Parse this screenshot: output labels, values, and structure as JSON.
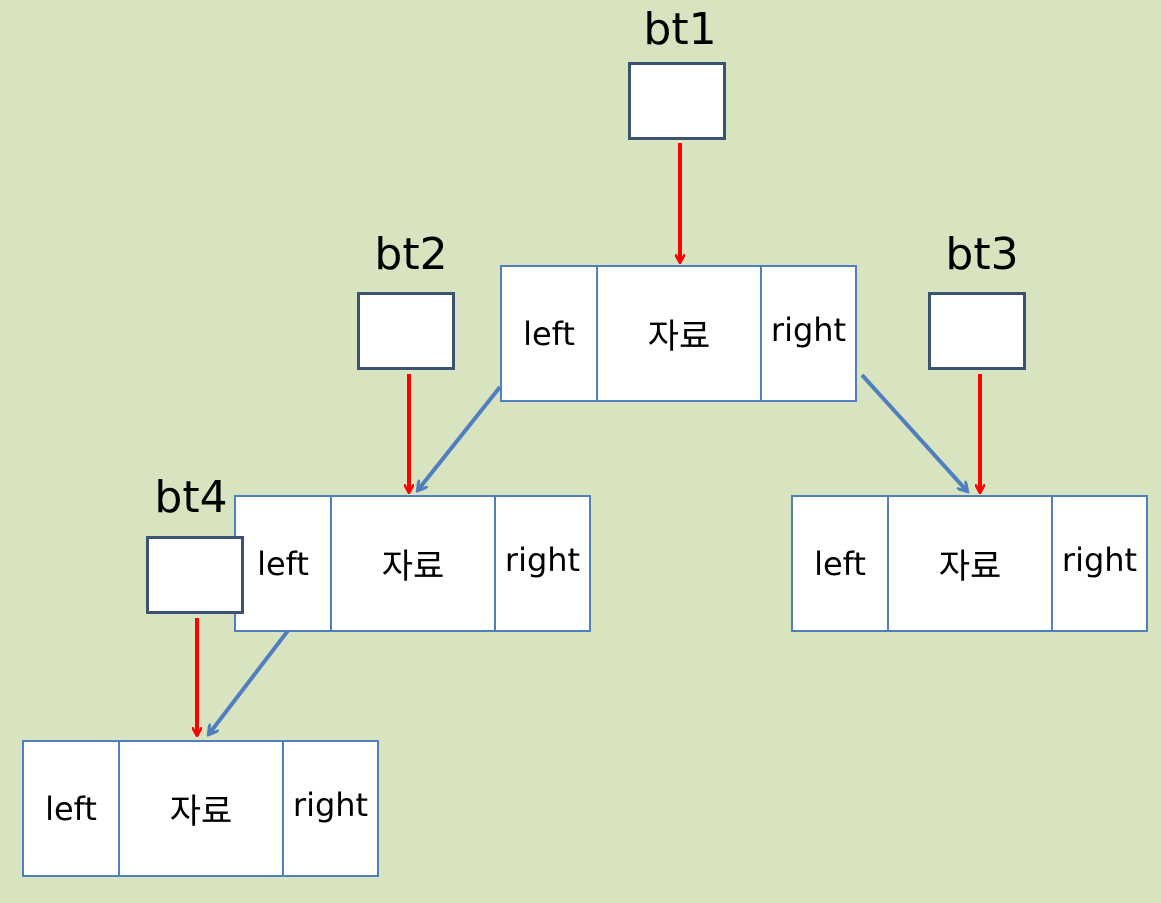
{
  "pointers": [
    {
      "id": "bt1",
      "label": "bt1"
    },
    {
      "id": "bt2",
      "label": "bt2"
    },
    {
      "id": "bt3",
      "label": "bt3"
    },
    {
      "id": "bt4",
      "label": "bt4"
    }
  ],
  "node": {
    "left_label": "left",
    "data_label": "자료",
    "right_label": "right"
  },
  "colors": {
    "background": "#d8e4bf",
    "pointer_arrow": "#ff0000",
    "link_arrow": "#4f7fbf",
    "node_border": "#4f7fbf",
    "pointer_border": "#3a5373"
  }
}
